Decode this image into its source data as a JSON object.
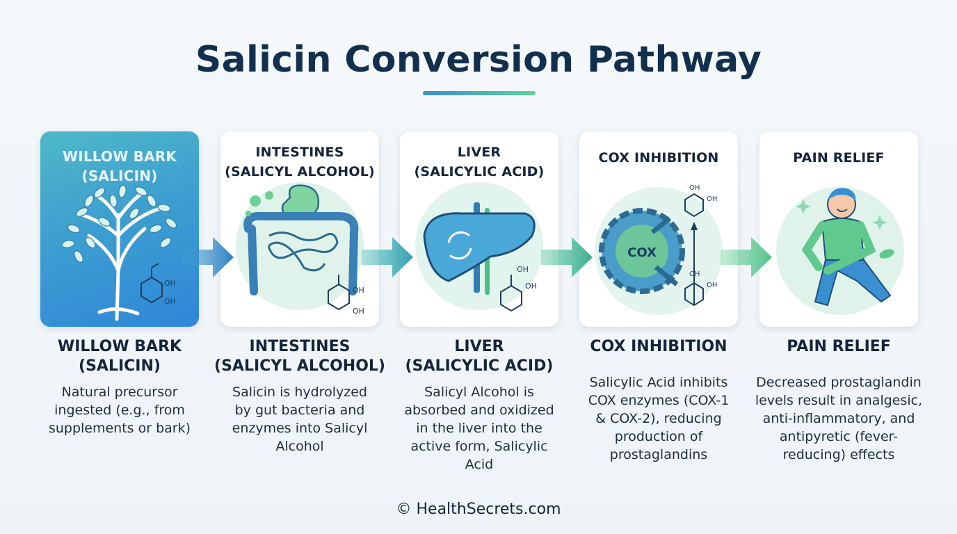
{
  "title": "Salicin Conversion Pathway",
  "steps": [
    {
      "card_title": "WILLOW BARK\n(SALICIN)",
      "label": "WILLOW BARK\n(SALICIN)",
      "description": "Natural precursor\ningested (e.g., from\nsupplements or bark)",
      "chem_labels": [
        "OH",
        "OH"
      ]
    },
    {
      "card_title": "INTESTINES\n(SALICYL ALCOHOL)",
      "label": "INTESTINES\n(SALICYL ALCOHOL)",
      "description": "Salicin is hydrolyzed\nby gut bacteria and\nenzymes into Salicyl\nAlcohol",
      "chem_labels": [
        "OH",
        "OH"
      ]
    },
    {
      "card_title": "LIVER\n(SALICYLIC ACID)",
      "label": "LIVER\n(SALICYLIC ACID)",
      "description": "Salicyl Alcohol is\nabsorbed and oxidized\nin the liver into the\nactive form, Salicylic\nAcid",
      "chem_labels": [
        "OH",
        "OH"
      ]
    },
    {
      "card_title": "COX INHIBITION",
      "label": "COX INHIBITION",
      "description": "Salicylic Acid inhibits\nCOX enzymes (COX-1\n& COX-2), reducing\nproduction of\nprostaglandins",
      "enzyme_label": "COX",
      "chem_labels": [
        "OH",
        "OH",
        "OH",
        "OH"
      ]
    },
    {
      "card_title": "PAIN RELIEF",
      "label": "PAIN RELIEF",
      "description": "Decreased prostaglandin\nlevels result in analgesic,\nanti-inflammatory, and\nantipyretic (fever-\nreducing) effects"
    }
  ],
  "footer": "© HealthSecrets.com",
  "colors": {
    "title": "#12304d",
    "accent_blue": "#3a8fd1",
    "accent_green": "#5fd39a",
    "card_first_bg": "#3d9fd0"
  }
}
